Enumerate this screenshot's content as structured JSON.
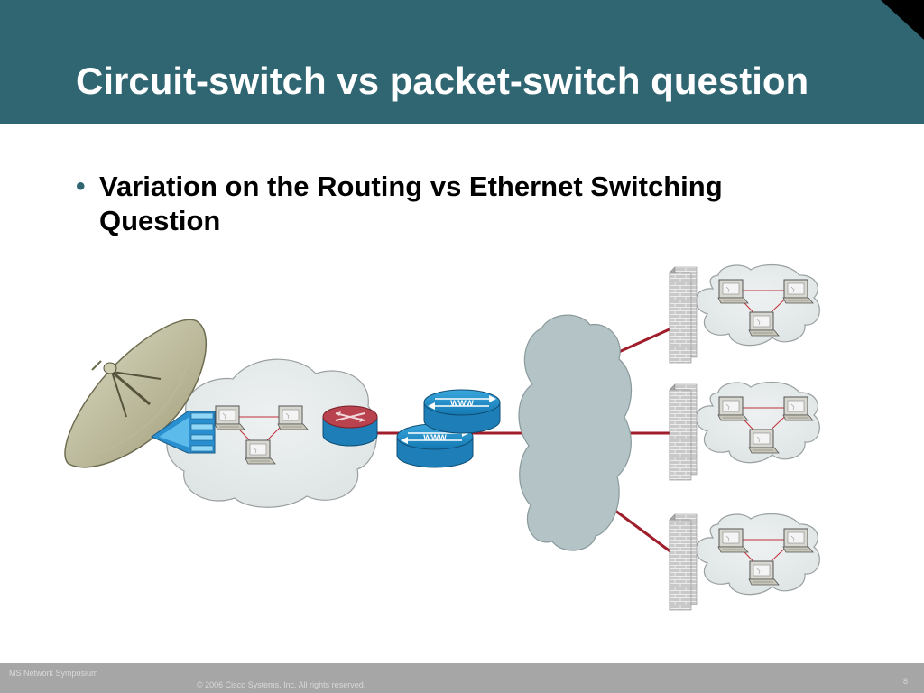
{
  "slide": {
    "title": "Circuit-switch vs packet-switch question",
    "bullets": [
      {
        "marker": "•",
        "text": "Variation on the Routing vs Ethernet Switching Question"
      }
    ]
  },
  "footer": {
    "event": "MS Network Symposium",
    "copyright": "© 2006 Cisco Systems, Inc. All rights reserved.",
    "page_number": "8"
  },
  "diagram": {
    "www_label": "WWW",
    "elements": [
      "satellite-dish-icon",
      "multiplexer-icon",
      "local-network-cloud",
      "router-icon",
      "www-server-icon",
      "internet-cloud",
      "firewall-icon",
      "workstation-icon"
    ]
  },
  "colors": {
    "header": "#2f6672",
    "footer": "#a6a6a6",
    "link_line": "#a01d2b",
    "cloud": "#b4c3c5",
    "router": "#1e7fb8"
  }
}
